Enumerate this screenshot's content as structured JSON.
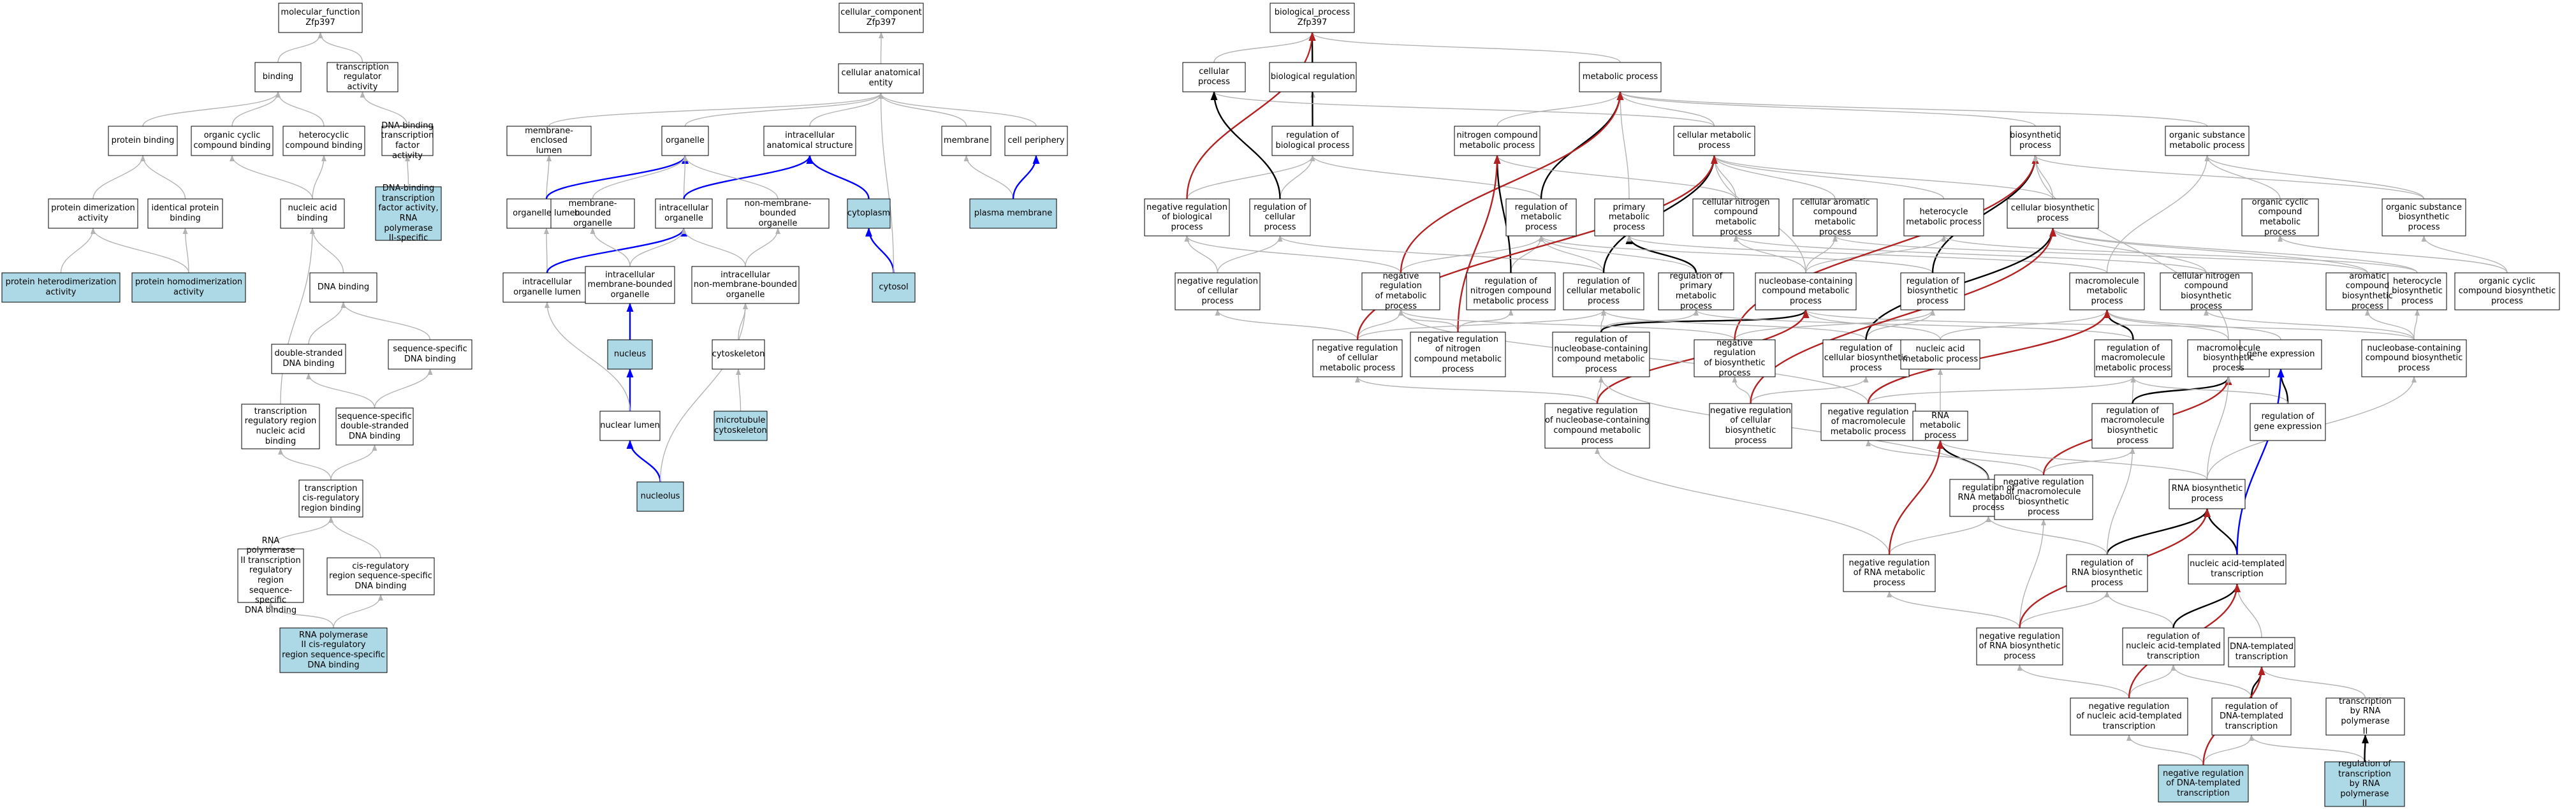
{
  "colors": {
    "highlight": "#add8e6",
    "gray_edge": "#b3b3b3",
    "black_edge": "#000000",
    "blue_edge": "#0000ff",
    "red_edge": "#b22222"
  },
  "nodes": [
    {
      "id": "mf",
      "label": "molecular_function\nZfp397"
    },
    {
      "id": "bind",
      "label": "binding"
    },
    {
      "id": "trreg",
      "label": "transcription\nregulator activity"
    },
    {
      "id": "prot",
      "label": "protein binding"
    },
    {
      "id": "occ",
      "label": "organic cyclic\ncompound binding"
    },
    {
      "id": "hcb",
      "label": "heterocyclic\ncompound binding"
    },
    {
      "id": "dbtf",
      "label": "DNA-binding\ntranscription\nfactor activity"
    },
    {
      "id": "pdim",
      "label": "protein dimerization\nactivity"
    },
    {
      "id": "idp",
      "label": "identical protein\nbinding"
    },
    {
      "id": "nab",
      "label": "nucleic acid\nbinding"
    },
    {
      "id": "dbtf2",
      "label": "DNA-binding\ntranscription\nfactor activity,\nRNA polymerase\nII-specific",
      "hl": true
    },
    {
      "id": "phet",
      "label": "protein heterodimerization\nactivity",
      "hl": true
    },
    {
      "id": "phom",
      "label": "protein homodimerization\nactivity",
      "hl": true
    },
    {
      "id": "dnab",
      "label": "DNA binding"
    },
    {
      "id": "dsdna",
      "label": "double-stranded\nDNA binding"
    },
    {
      "id": "ssdna",
      "label": "sequence-specific\nDNA binding"
    },
    {
      "id": "trrnab",
      "label": "transcription\nregulatory region\nnucleic acid\nbinding"
    },
    {
      "id": "ssds",
      "label": "sequence-specific\ndouble-stranded\nDNA binding"
    },
    {
      "id": "tcrrb",
      "label": "transcription\ncis-regulatory\nregion binding"
    },
    {
      "id": "rnap2tr",
      "label": "RNA polymerase\nII transcription\nregulatory region\nsequence-specific\nDNA binding"
    },
    {
      "id": "cisreg",
      "label": "cis-regulatory\nregion sequence-specific\nDNA binding"
    },
    {
      "id": "rnap2cis",
      "label": "RNA polymerase\nII cis-regulatory\nregion sequence-specific\nDNA binding",
      "hl": true
    },
    {
      "id": "cc",
      "label": "cellular_component\nZfp397"
    },
    {
      "id": "cae",
      "label": "cellular anatomical\nentity"
    },
    {
      "id": "mel",
      "label": "membrane-enclosed\nlumen"
    },
    {
      "id": "org",
      "label": "organelle"
    },
    {
      "id": "ias",
      "label": "intracellular\nanatomical structure"
    },
    {
      "id": "mem",
      "label": "membrane"
    },
    {
      "id": "cper",
      "label": "cell periphery"
    },
    {
      "id": "orgl",
      "label": "organelle lumen"
    },
    {
      "id": "mbo",
      "label": "membrane-bounded\norganelle"
    },
    {
      "id": "io",
      "label": "intracellular\norganelle"
    },
    {
      "id": "nmbo",
      "label": "non-membrane-bounded\norganelle"
    },
    {
      "id": "cyto",
      "label": "cytoplasm",
      "hl": true
    },
    {
      "id": "pm",
      "label": "plasma membrane",
      "hl": true
    },
    {
      "id": "iol",
      "label": "intracellular\norganelle lumen"
    },
    {
      "id": "imbo",
      "label": "intracellular\nmembrane-bounded\norganelle"
    },
    {
      "id": "inmbo",
      "label": "intracellular\nnon-membrane-bounded\norganelle"
    },
    {
      "id": "cytosol",
      "label": "cytosol",
      "hl": true
    },
    {
      "id": "nuc",
      "label": "nucleus",
      "hl": true
    },
    {
      "id": "csk",
      "label": "cytoskeleton"
    },
    {
      "id": "mtc",
      "label": "microtubule\ncytoskeleton",
      "hl": true
    },
    {
      "id": "nl",
      "label": "nuclear lumen"
    },
    {
      "id": "nclo",
      "label": "nucleolus",
      "hl": true
    },
    {
      "id": "bp",
      "label": "biological_process\nZfp397"
    },
    {
      "id": "cp",
      "label": "cellular process"
    },
    {
      "id": "breg",
      "label": "biological regulation"
    },
    {
      "id": "mp",
      "label": "metabolic process"
    },
    {
      "id": "rbp",
      "label": "regulation of\nbiological process"
    },
    {
      "id": "ncmp",
      "label": "nitrogen compound\nmetabolic process"
    },
    {
      "id": "cmp",
      "label": "cellular metabolic\nprocess"
    },
    {
      "id": "bsp",
      "label": "biosynthetic\nprocess"
    },
    {
      "id": "osmp",
      "label": "organic substance\nmetabolic process"
    },
    {
      "id": "nrbp",
      "label": "negative regulation\nof biological\nprocess"
    },
    {
      "id": "rcp",
      "label": "regulation of\ncellular process"
    },
    {
      "id": "rmp",
      "label": "regulation of\nmetabolic process"
    },
    {
      "id": "pmp",
      "label": "primary metabolic\nprocess"
    },
    {
      "id": "cncmp",
      "label": "cellular nitrogen\ncompound metabolic\nprocess"
    },
    {
      "id": "cacmp",
      "label": "cellular aromatic\ncompound metabolic\nprocess"
    },
    {
      "id": "hmp",
      "label": "heterocycle\nmetabolic process"
    },
    {
      "id": "cbsp",
      "label": "cellular biosynthetic\nprocess"
    },
    {
      "id": "occmp",
      "label": "organic cyclic\ncompound metabolic\nprocess"
    },
    {
      "id": "osbp",
      "label": "organic substance\nbiosynthetic\nprocess"
    },
    {
      "id": "nrcp",
      "label": "negative regulation\nof cellular\nprocess"
    },
    {
      "id": "nrmp",
      "label": "negative regulation\nof metabolic\nprocess"
    },
    {
      "id": "rncmp",
      "label": "regulation of\nnitrogen compound\nmetabolic process"
    },
    {
      "id": "rcmp",
      "label": "regulation of\ncellular metabolic\nprocess"
    },
    {
      "id": "rpmp",
      "label": "regulation of\nprimary metabolic\nprocess"
    },
    {
      "id": "nbcmp",
      "label": "nucleobase-containing\ncompound metabolic\nprocess"
    },
    {
      "id": "rbsp",
      "label": "regulation of\nbiosynthetic\nprocess"
    },
    {
      "id": "mmp",
      "label": "macromolecule\nmetabolic process"
    },
    {
      "id": "cncbp",
      "label": "cellular nitrogen\ncompound biosynthetic\nprocess"
    },
    {
      "id": "acbp",
      "label": "aromatic compound\nbiosynthetic\nprocess"
    },
    {
      "id": "hbp",
      "label": "heterocycle\nbiosynthetic\nprocess"
    },
    {
      "id": "occbp",
      "label": "organic cyclic\ncompound biosynthetic\nprocess"
    },
    {
      "id": "nrcmp",
      "label": "negative regulation\nof cellular\nmetabolic process"
    },
    {
      "id": "nrncmp",
      "label": "negative regulation\nof nitrogen\ncompound metabolic\nprocess"
    },
    {
      "id": "rnbcmp",
      "label": "regulation of\nnucleobase-containing\ncompound metabolic\nprocess"
    },
    {
      "id": "nrbsp",
      "label": "negative regulation\nof biosynthetic\nprocess"
    },
    {
      "id": "rcbsp",
      "label": "regulation of\ncellular biosynthetic\nprocess"
    },
    {
      "id": "namp",
      "label": "nucleic acid\nmetabolic process"
    },
    {
      "id": "rmmp",
      "label": "regulation of\nmacromolecule\nmetabolic process"
    },
    {
      "id": "mbsp",
      "label": "macromolecule\nbiosynthetic\nprocess"
    },
    {
      "id": "ge",
      "label": "gene expression"
    },
    {
      "id": "nbcbp",
      "label": "nucleobase-containing\ncompound biosynthetic\nprocess"
    },
    {
      "id": "nrnbcmp",
      "label": "negative regulation\nof nucleobase-containing\ncompound metabolic\nprocess"
    },
    {
      "id": "nrcbsp",
      "label": "negative regulation\nof cellular\nbiosynthetic\nprocess"
    },
    {
      "id": "nrmmp",
      "label": "negative regulation\nof macromolecule\nmetabolic process"
    },
    {
      "id": "rnamp",
      "label": "RNA metabolic\nprocess"
    },
    {
      "id": "rmbsp",
      "label": "regulation of\nmacromolecule\nbiosynthetic\nprocess"
    },
    {
      "id": "rge",
      "label": "regulation of\ngene expression"
    },
    {
      "id": "rrnamp",
      "label": "regulation of\nRNA metabolic\nprocess"
    },
    {
      "id": "nrmbsp",
      "label": "negative regulation\nof macromolecule\nbiosynthetic\nprocess"
    },
    {
      "id": "rnabp",
      "label": "RNA biosynthetic\nprocess"
    },
    {
      "id": "nrrnamp",
      "label": "negative regulation\nof RNA metabolic\nprocess"
    },
    {
      "id": "rrnabp",
      "label": "regulation of\nRNA biosynthetic\nprocess"
    },
    {
      "id": "natt",
      "label": "nucleic acid-templated\ntranscription"
    },
    {
      "id": "nrrnabp",
      "label": "negative regulation\nof RNA biosynthetic\nprocess"
    },
    {
      "id": "rnatt",
      "label": "regulation of\nnucleic acid-templated\ntranscription"
    },
    {
      "id": "dtt",
      "label": "DNA-templated\ntranscription"
    },
    {
      "id": "nrnatt",
      "label": "negative regulation\nof nucleic acid-templated\ntranscription"
    },
    {
      "id": "rdtt",
      "label": "regulation of\nDNA-templated\ntranscription"
    },
    {
      "id": "trnap2",
      "label": "transcription\nby RNA polymerase\nII"
    },
    {
      "id": "nrdtt",
      "label": "negative regulation\nof DNA-templated\ntranscription",
      "hl": true
    },
    {
      "id": "rtrnap2",
      "label": "regulation of\ntranscription\nby RNA polymerase\nII",
      "hl": true
    }
  ],
  "edges": [
    [
      "bind",
      "mf",
      "g"
    ],
    [
      "trreg",
      "mf",
      "g"
    ],
    [
      "prot",
      "bind",
      "g"
    ],
    [
      "occ",
      "bind",
      "g"
    ],
    [
      "hcb",
      "bind",
      "g"
    ],
    [
      "dbtf",
      "trreg",
      "g"
    ],
    [
      "pdim",
      "prot",
      "g"
    ],
    [
      "idp",
      "prot",
      "g"
    ],
    [
      "nab",
      "occ",
      "g"
    ],
    [
      "nab",
      "hcb",
      "g"
    ],
    [
      "dbtf2",
      "dbtf",
      "g"
    ],
    [
      "phet",
      "pdim",
      "g"
    ],
    [
      "phom",
      "pdim",
      "g"
    ],
    [
      "phom",
      "idp",
      "g"
    ],
    [
      "dnab",
      "nab",
      "g"
    ],
    [
      "dsdna",
      "dnab",
      "g"
    ],
    [
      "ssdna",
      "dnab",
      "g"
    ],
    [
      "trrnab",
      "nab",
      "g"
    ],
    [
      "ssds",
      "dsdna",
      "g"
    ],
    [
      "ssds",
      "ssdna",
      "g"
    ],
    [
      "tcrrb",
      "trrnab",
      "g"
    ],
    [
      "tcrrb",
      "ssds",
      "g"
    ],
    [
      "rnap2tr",
      "tcrrb",
      "g"
    ],
    [
      "cisreg",
      "tcrrb",
      "g"
    ],
    [
      "rnap2cis",
      "rnap2tr",
      "g"
    ],
    [
      "rnap2cis",
      "cisreg",
      "g"
    ],
    [
      "cae",
      "cc",
      "g"
    ],
    [
      "mel",
      "cae",
      "g"
    ],
    [
      "org",
      "cae",
      "g"
    ],
    [
      "ias",
      "cae",
      "g"
    ],
    [
      "mem",
      "cae",
      "g"
    ],
    [
      "cper",
      "cae",
      "g"
    ],
    [
      "orgl",
      "mel",
      "g"
    ],
    [
      "orgl",
      "org",
      "b"
    ],
    [
      "mbo",
      "org",
      "g"
    ],
    [
      "io",
      "org",
      "g"
    ],
    [
      "io",
      "ias",
      "b"
    ],
    [
      "nmbo",
      "org",
      "g"
    ],
    [
      "cyto",
      "ias",
      "b"
    ],
    [
      "cytosol",
      "cyto",
      "b"
    ],
    [
      "cytosol",
      "cae",
      "g"
    ],
    [
      "pm",
      "mem",
      "g"
    ],
    [
      "pm",
      "cper",
      "b"
    ],
    [
      "iol",
      "orgl",
      "g"
    ],
    [
      "iol",
      "io",
      "b"
    ],
    [
      "imbo",
      "mbo",
      "g"
    ],
    [
      "imbo",
      "io",
      "g"
    ],
    [
      "inmbo",
      "nmbo",
      "g"
    ],
    [
      "inmbo",
      "io",
      "g"
    ],
    [
      "nuc",
      "imbo",
      "b"
    ],
    [
      "csk",
      "inmbo",
      "g"
    ],
    [
      "mtc",
      "csk",
      "g"
    ],
    [
      "nl",
      "nuc",
      "b"
    ],
    [
      "nl",
      "iol",
      "g"
    ],
    [
      "nclo",
      "nl",
      "b"
    ],
    [
      "nclo",
      "inmbo",
      "g"
    ],
    [
      "cp",
      "bp",
      "g"
    ],
    [
      "breg",
      "bp",
      "g"
    ],
    [
      "mp",
      "bp",
      "g"
    ],
    [
      "rbp",
      "breg",
      "g"
    ],
    [
      "rbp",
      "bp",
      "k"
    ],
    [
      "ncmp",
      "mp",
      "g"
    ],
    [
      "cmp",
      "mp",
      "g"
    ],
    [
      "cmp",
      "cp",
      "g"
    ],
    [
      "bsp",
      "mp",
      "g"
    ],
    [
      "osmp",
      "mp",
      "g"
    ],
    [
      "nrbp",
      "rbp",
      "g"
    ],
    [
      "nrbp",
      "bp",
      "r"
    ],
    [
      "rcp",
      "rbp",
      "g"
    ],
    [
      "rcp",
      "cp",
      "k"
    ],
    [
      "rmp",
      "rbp",
      "g"
    ],
    [
      "rmp",
      "mp",
      "k"
    ],
    [
      "pmp",
      "mp",
      "g"
    ],
    [
      "cncmp",
      "ncmp",
      "g"
    ],
    [
      "cncmp",
      "cmp",
      "g"
    ],
    [
      "cacmp",
      "cmp",
      "g"
    ],
    [
      "hmp",
      "cmp",
      "g"
    ],
    [
      "cbsp",
      "bsp",
      "g"
    ],
    [
      "cbsp",
      "cmp",
      "g"
    ],
    [
      "occmp",
      "osmp",
      "g"
    ],
    [
      "osbp",
      "bsp",
      "g"
    ],
    [
      "osbp",
      "osmp",
      "g"
    ],
    [
      "nrcp",
      "nrbp",
      "g"
    ],
    [
      "nrcp",
      "rcp",
      "g"
    ],
    [
      "nrmp",
      "nrbp",
      "g"
    ],
    [
      "nrmp",
      "rmp",
      "g"
    ],
    [
      "nrmp",
      "mp",
      "r"
    ],
    [
      "rncmp",
      "rmp",
      "g"
    ],
    [
      "rncmp",
      "ncmp",
      "k"
    ],
    [
      "rcmp",
      "rmp",
      "g"
    ],
    [
      "rcmp",
      "rcp",
      "g"
    ],
    [
      "rcmp",
      "cmp",
      "k"
    ],
    [
      "rpmp",
      "rmp",
      "g"
    ],
    [
      "rpmp",
      "pmp",
      "k"
    ],
    [
      "nbcmp",
      "cmp",
      "g"
    ],
    [
      "nbcmp",
      "hmp",
      "g"
    ],
    [
      "nbcmp",
      "cacmp",
      "g"
    ],
    [
      "nbcmp",
      "cncmp",
      "g"
    ],
    [
      "rbsp",
      "rmp",
      "g"
    ],
    [
      "rbsp",
      "bsp",
      "k"
    ],
    [
      "mmp",
      "pmp",
      "g"
    ],
    [
      "mmp",
      "osmp",
      "g"
    ],
    [
      "cncbp",
      "cncmp",
      "g"
    ],
    [
      "cncbp",
      "cbsp",
      "g"
    ],
    [
      "acbp",
      "cacmp",
      "g"
    ],
    [
      "acbp",
      "cbsp",
      "g"
    ],
    [
      "hbp",
      "hmp",
      "g"
    ],
    [
      "hbp",
      "cbsp",
      "g"
    ],
    [
      "occbp",
      "occmp",
      "g"
    ],
    [
      "occbp",
      "osbp",
      "g"
    ],
    [
      "nrcmp",
      "nrcp",
      "g"
    ],
    [
      "nrcmp",
      "rcmp",
      "g"
    ],
    [
      "nrcmp",
      "nrmp",
      "g"
    ],
    [
      "nrcmp",
      "cmp",
      "r"
    ],
    [
      "nrncmp",
      "nrmp",
      "g"
    ],
    [
      "nrncmp",
      "rncmp",
      "g"
    ],
    [
      "nrncmp",
      "ncmp",
      "r"
    ],
    [
      "rnbcmp",
      "rcmp",
      "g"
    ],
    [
      "rnbcmp",
      "rpmp",
      "g"
    ],
    [
      "rnbcmp",
      "nbcmp",
      "k"
    ],
    [
      "nrbsp",
      "rbsp",
      "g"
    ],
    [
      "nrbsp",
      "nrmp",
      "g"
    ],
    [
      "nrbsp",
      "bsp",
      "r"
    ],
    [
      "rcbsp",
      "rbsp",
      "g"
    ],
    [
      "rcbsp",
      "rcmp",
      "g"
    ],
    [
      "rcbsp",
      "cbsp",
      "k"
    ],
    [
      "namp",
      "nbcmp",
      "g"
    ],
    [
      "namp",
      "mmp",
      "g"
    ],
    [
      "rmmp",
      "rpmp",
      "g"
    ],
    [
      "rmmp",
      "mmp",
      "k"
    ],
    [
      "mbsp",
      "mmp",
      "g"
    ],
    [
      "mbsp",
      "bsp",
      "g"
    ],
    [
      "ge",
      "mmp",
      "g"
    ],
    [
      "nbcbp",
      "nbcmp",
      "g"
    ],
    [
      "nbcbp",
      "hbp",
      "g"
    ],
    [
      "nbcbp",
      "acbp",
      "g"
    ],
    [
      "nbcbp",
      "cncbp",
      "g"
    ],
    [
      "nrnbcmp",
      "rnbcmp",
      "g"
    ],
    [
      "nrnbcmp",
      "nrcmp",
      "g"
    ],
    [
      "nrnbcmp",
      "nbcmp",
      "r"
    ],
    [
      "nrcbsp",
      "rcbsp",
      "g"
    ],
    [
      "nrcbsp",
      "nrbsp",
      "g"
    ],
    [
      "nrcbsp",
      "cbsp",
      "r"
    ],
    [
      "nrmmp",
      "rmmp",
      "g"
    ],
    [
      "nrmmp",
      "nrmp",
      "g"
    ],
    [
      "nrmmp",
      "mmp",
      "r"
    ],
    [
      "rnamp",
      "namp",
      "g"
    ],
    [
      "rmbsp",
      "rmmp",
      "g"
    ],
    [
      "rmbsp",
      "mbsp",
      "k"
    ],
    [
      "rge",
      "ge",
      "k"
    ],
    [
      "rge",
      "rmmp",
      "g"
    ],
    [
      "rrnamp",
      "rnamp",
      "k"
    ],
    [
      "rrnamp",
      "rnbcmp",
      "g"
    ],
    [
      "nrmbsp",
      "rmbsp",
      "g"
    ],
    [
      "nrmbsp",
      "nrmmp",
      "g"
    ],
    [
      "nrmbsp",
      "mbsp",
      "r"
    ],
    [
      "rnabp",
      "rnamp",
      "g"
    ],
    [
      "rnabp",
      "mbsp",
      "g"
    ],
    [
      "rnabp",
      "nbcbp",
      "g"
    ],
    [
      "nrrnamp",
      "rrnamp",
      "g"
    ],
    [
      "nrrnamp",
      "nrnbcmp",
      "g"
    ],
    [
      "nrrnamp",
      "rnamp",
      "r"
    ],
    [
      "rrnabp",
      "rrnamp",
      "g"
    ],
    [
      "rrnabp",
      "rnabp",
      "k"
    ],
    [
      "rrnabp",
      "rmbsp",
      "g"
    ],
    [
      "natt",
      "rnabp",
      "k"
    ],
    [
      "natt",
      "ge",
      "b"
    ],
    [
      "nrrnabp",
      "rrnabp",
      "g"
    ],
    [
      "nrrnabp",
      "nrrnamp",
      "g"
    ],
    [
      "nrrnabp",
      "nrmbsp",
      "g"
    ],
    [
      "nrrnabp",
      "rnabp",
      "r"
    ],
    [
      "rnatt",
      "rrnabp",
      "g"
    ],
    [
      "rnatt",
      "natt",
      "k"
    ],
    [
      "dtt",
      "natt",
      "g"
    ],
    [
      "nrnatt",
      "rnatt",
      "g"
    ],
    [
      "nrnatt",
      "nrrnabp",
      "g"
    ],
    [
      "nrnatt",
      "natt",
      "r"
    ],
    [
      "rdtt",
      "rnatt",
      "g"
    ],
    [
      "rdtt",
      "dtt",
      "k"
    ],
    [
      "trnap2",
      "dtt",
      "g"
    ],
    [
      "nrdtt",
      "rdtt",
      "g"
    ],
    [
      "nrdtt",
      "nrnatt",
      "g"
    ],
    [
      "nrdtt",
      "dtt",
      "r"
    ],
    [
      "rtrnap2",
      "rdtt",
      "g"
    ],
    [
      "rtrnap2",
      "trnap2",
      "k"
    ]
  ]
}
